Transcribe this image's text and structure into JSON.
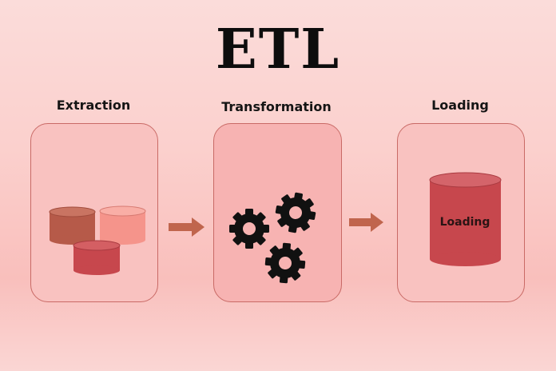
{
  "title": "ETL",
  "stages": [
    {
      "label": "Extraction"
    },
    {
      "label": "Transformation"
    },
    {
      "label": "Loading"
    }
  ],
  "loading_db_label": "Loading",
  "colors": {
    "panel_border": "#c96a66",
    "db_brown": "#b65a49",
    "db_salmon": "#f5948b",
    "db_red": "#c7474d",
    "arrow": "#c0654d",
    "gear": "#111111"
  },
  "icons": [
    "database-icon",
    "gear-icon",
    "arrow-right-icon"
  ]
}
